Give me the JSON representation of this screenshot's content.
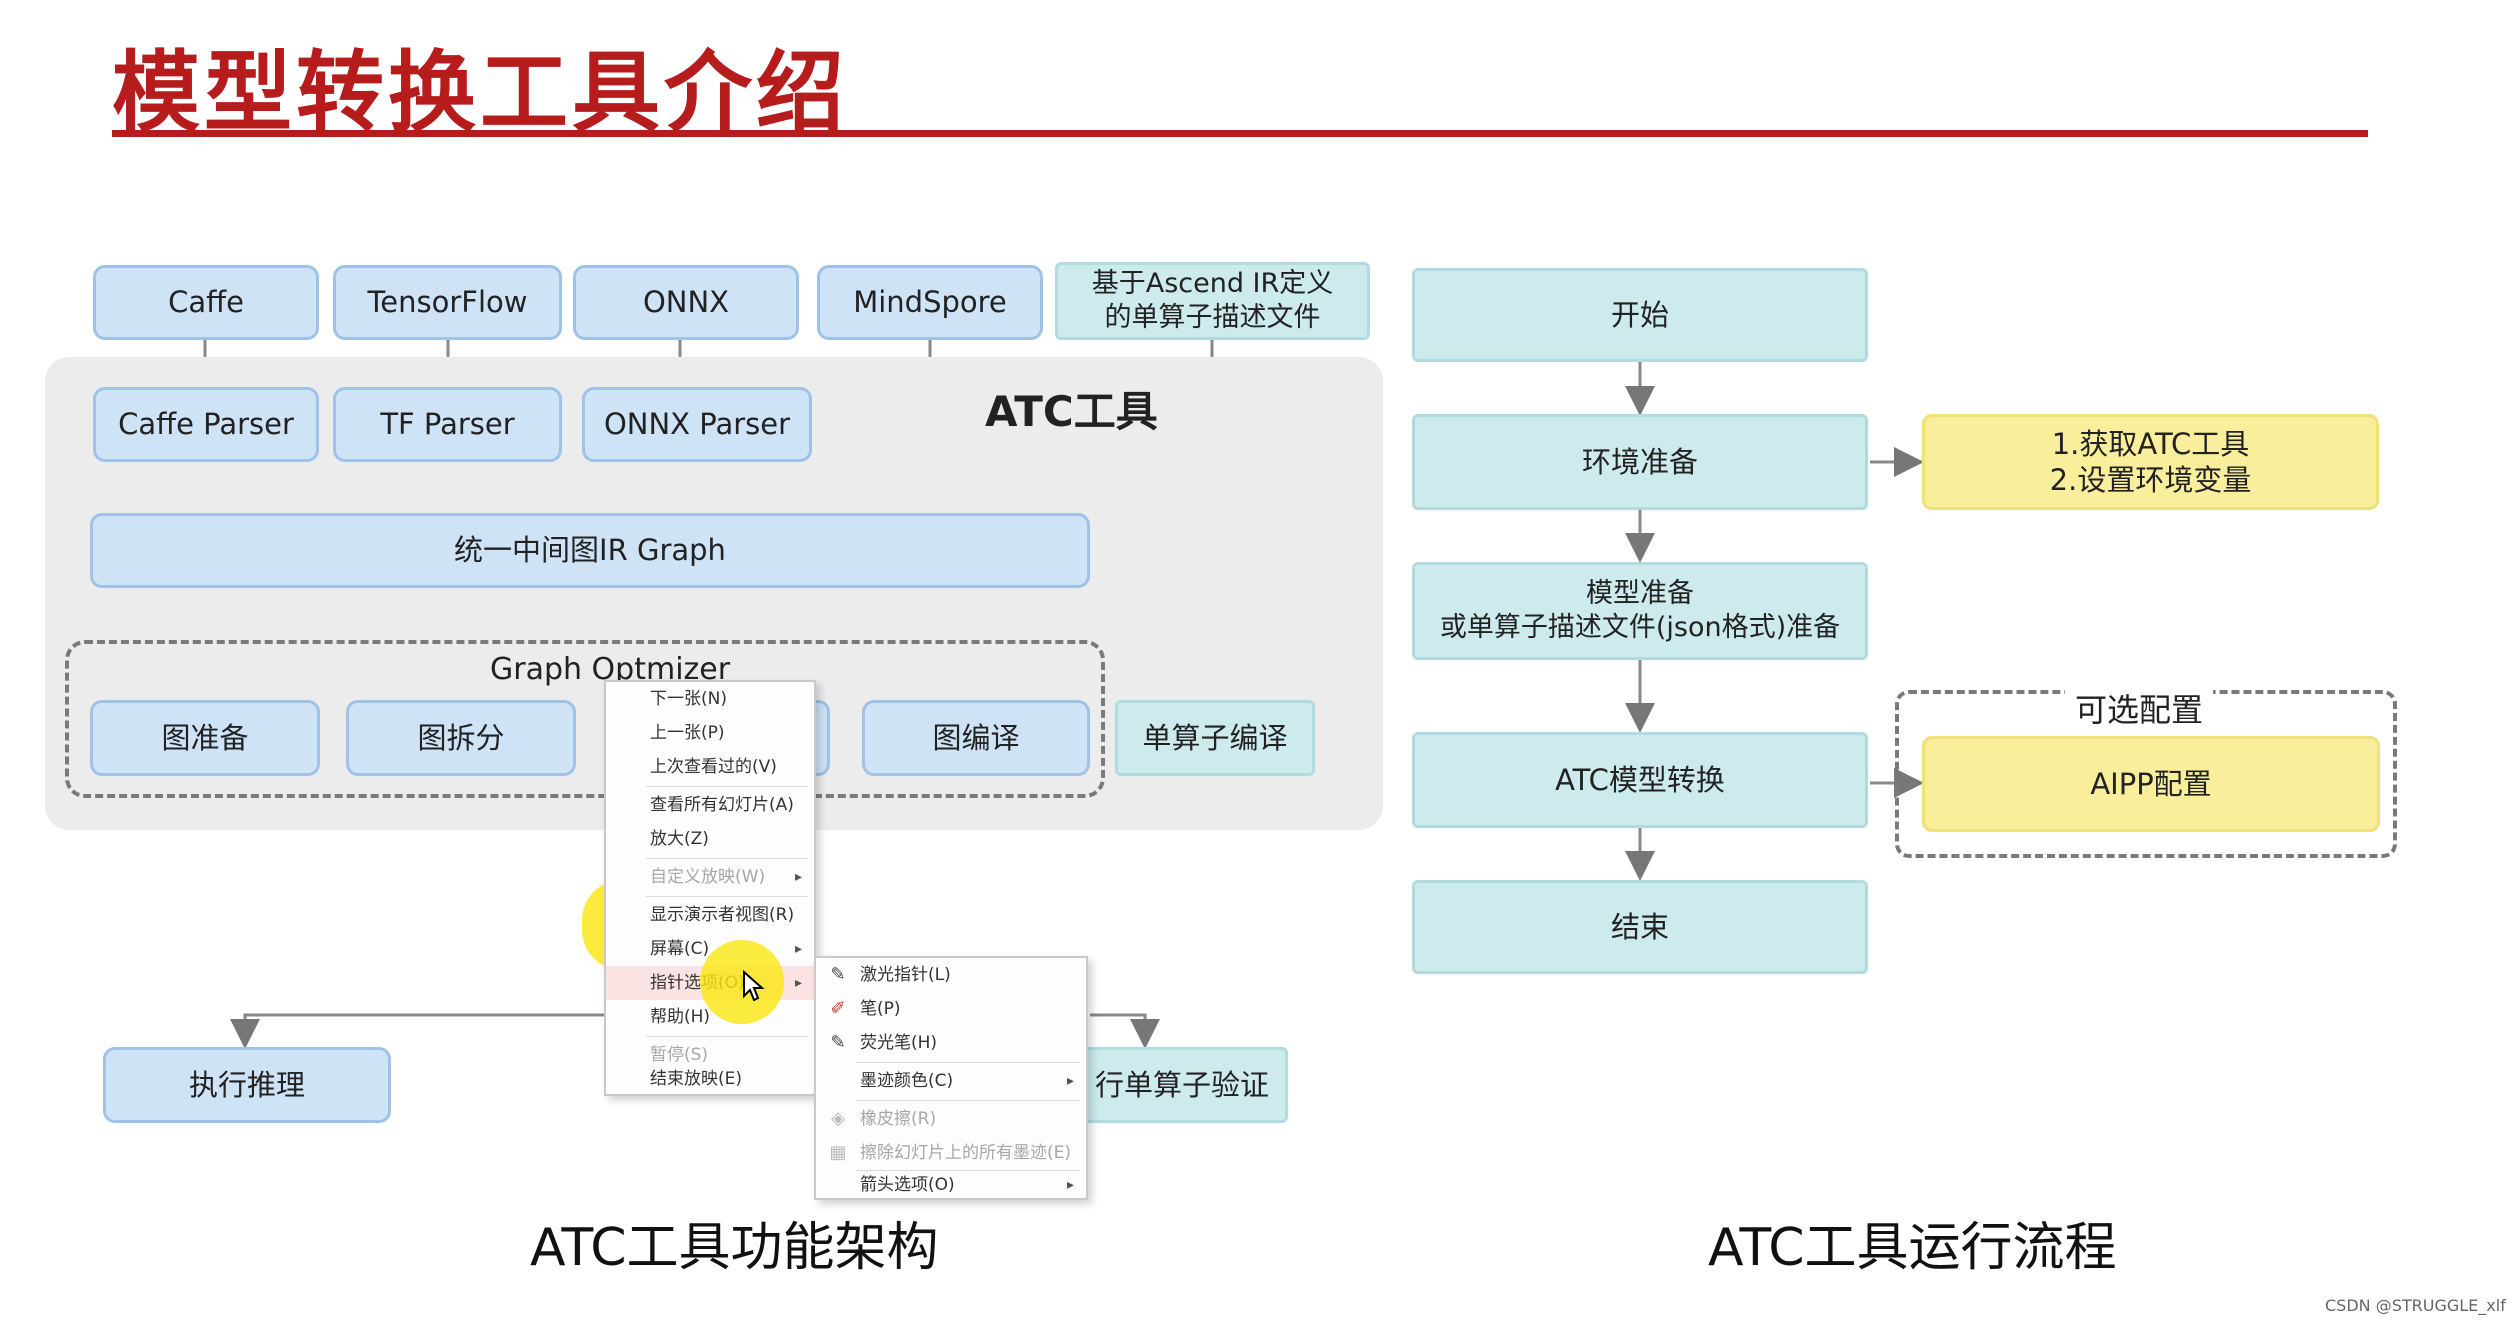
{
  "slide": {
    "title": "模型转换工具介绍",
    "watermark": "CSDN @STRUGGLE_xlf"
  },
  "architecture": {
    "frameworks": [
      "Caffe",
      "TensorFlow",
      "ONNX",
      "MindSpore",
      "基于Ascend IR定义\n的单算子描述文件"
    ],
    "tool_label": "ATC工具",
    "parsers": [
      "Caffe Parser",
      "TF Parser",
      "ONNX Parser"
    ],
    "ir_graph": "统一中间图IR Graph",
    "optimizer_label": "Graph Optmizer",
    "stages": [
      "图准备",
      "图拆分",
      "图编译"
    ],
    "single_op_compile": "单算子编译",
    "outputs": [
      "执行推理",
      "行单算子验证"
    ],
    "caption": "ATC工具功能架构"
  },
  "flow": {
    "steps": [
      "开始",
      "环境准备",
      "模型准备\n或单算子描述文件(json格式)准备",
      "ATC模型转换",
      "结束"
    ],
    "env_notes": "1.获取ATC工具\n2.设置环境变量",
    "optional_label": "可选配置",
    "aipp": "AIPP配置",
    "caption": "ATC工具运行流程"
  },
  "context_menu": {
    "items": [
      {
        "label": "下一张(N)",
        "enabled": true
      },
      {
        "label": "上一张(P)",
        "enabled": true
      },
      {
        "label": "上次查看过的(V)",
        "enabled": true
      },
      {
        "label": "查看所有幻灯片(A)",
        "enabled": true
      },
      {
        "label": "放大(Z)",
        "enabled": true
      },
      {
        "label": "自定义放映(W)",
        "enabled": false,
        "submenu": true
      },
      {
        "label": "显示演示者视图(R)",
        "enabled": true
      },
      {
        "label": "屏幕(C)",
        "enabled": true,
        "submenu": true
      },
      {
        "label": "指针选项(O)",
        "enabled": true,
        "submenu": true,
        "highlighted": true
      },
      {
        "label": "帮助(H)",
        "enabled": true
      },
      {
        "label": "暂停(S)",
        "enabled": false
      },
      {
        "label": "结束放映(E)",
        "enabled": true
      }
    ]
  },
  "pointer_submenu": {
    "items": [
      {
        "label": "激光指针(L)",
        "icon": "laser-pointer-icon",
        "glyph": "✎",
        "enabled": true
      },
      {
        "label": "笔(P)",
        "icon": "pen-icon",
        "glyph": "✐",
        "enabled": true
      },
      {
        "label": "荧光笔(H)",
        "icon": "highlighter-icon",
        "glyph": "✎",
        "enabled": true
      },
      {
        "label": "墨迹颜色(C)",
        "icon": "",
        "glyph": "",
        "enabled": true,
        "submenu": true
      },
      {
        "label": "橡皮擦(R)",
        "icon": "eraser-icon",
        "glyph": "◈",
        "enabled": false
      },
      {
        "label": "擦除幻灯片上的所有墨迹(E)",
        "icon": "erase-all-icon",
        "glyph": "▦",
        "enabled": false
      },
      {
        "label": "箭头选项(O)",
        "icon": "",
        "glyph": "",
        "enabled": true,
        "submenu": true
      }
    ]
  },
  "colors": {
    "title_red": "#b71c1c",
    "arch_box": "#cfe3f7",
    "flow_box": "#cdebed",
    "note_yellow": "#f8ee9b",
    "menu_highlight": "#fbe3e3",
    "cursor_halo": "#fae614"
  }
}
